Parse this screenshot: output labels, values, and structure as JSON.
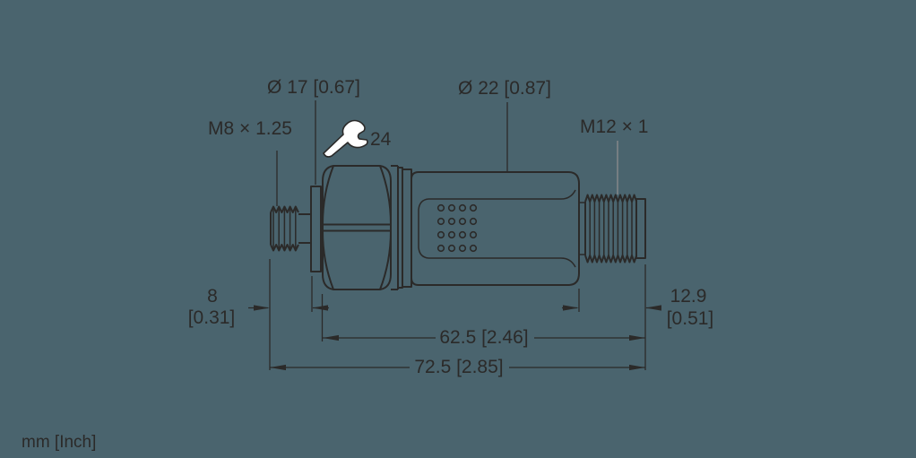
{
  "labels": {
    "m8_thread": "M8 × 1.25",
    "flange_diameter": "Ø 17 [0.67]",
    "body_diameter": "Ø 22 [0.87]",
    "m12_thread": "M12 × 1",
    "wrench_size": "24"
  },
  "dimensions": {
    "stud_length_mm": "8",
    "stud_length_inch": "[0.31]",
    "connector_length_mm": "12.9",
    "connector_length_inch": "[0.51]",
    "body_length": "62.5 [2.46]",
    "overall_length": "72.5 [2.85]"
  },
  "footer": {
    "units_note": "mm [Inch]"
  },
  "colors": {
    "background": "#4a646e",
    "line": "#2b2a29",
    "leader_gray": "#8c8c8c",
    "wrench_fill": "#ffffff"
  }
}
